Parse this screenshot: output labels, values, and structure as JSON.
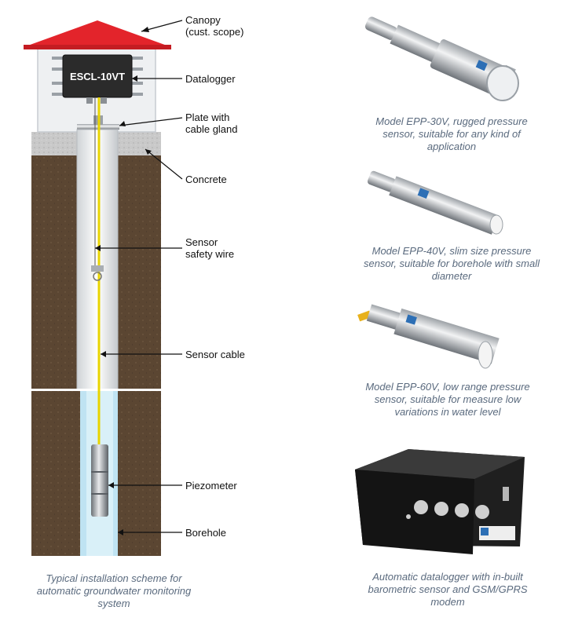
{
  "datalogger_text": "ESCL-10VT",
  "labels": {
    "canopy": [
      "Canopy",
      "(cust. scope)"
    ],
    "datalogger": [
      "Datalogger"
    ],
    "plate": [
      "Plate with",
      "cable gland"
    ],
    "concrete": [
      "Concrete"
    ],
    "safety_wire": [
      "Sensor",
      "safety wire"
    ],
    "sensor_cable": [
      "Sensor cable"
    ],
    "piezometer": [
      "Piezometer"
    ],
    "borehole": [
      "Borehole"
    ]
  },
  "scheme_caption": [
    "Typical installation scheme for",
    "automatic groundwater monitoring",
    "system"
  ],
  "products": [
    {
      "caption": [
        "Model EPP-30V, rugged pressure",
        "sensor, suitable for any kind of",
        "application"
      ]
    },
    {
      "caption": [
        "Model EPP-40V, slim size pressure",
        "sensor, suitable for borehole with small",
        "diameter"
      ]
    },
    {
      "caption": [
        "Model EPP-60V, low range pressure",
        "sensor, suitable for measure low",
        "variations in water level"
      ]
    },
    {
      "caption": [
        "Automatic datalogger with in-built",
        "barometric sensor and GSM/GPRS",
        "modem"
      ]
    }
  ],
  "colors": {
    "roof": "#e3242b",
    "soil": "#5b4632",
    "concrete": "#c9c9c9",
    "water": "#bfe3f2",
    "cable": "#e8d400",
    "caption": "#5a6a7e"
  }
}
